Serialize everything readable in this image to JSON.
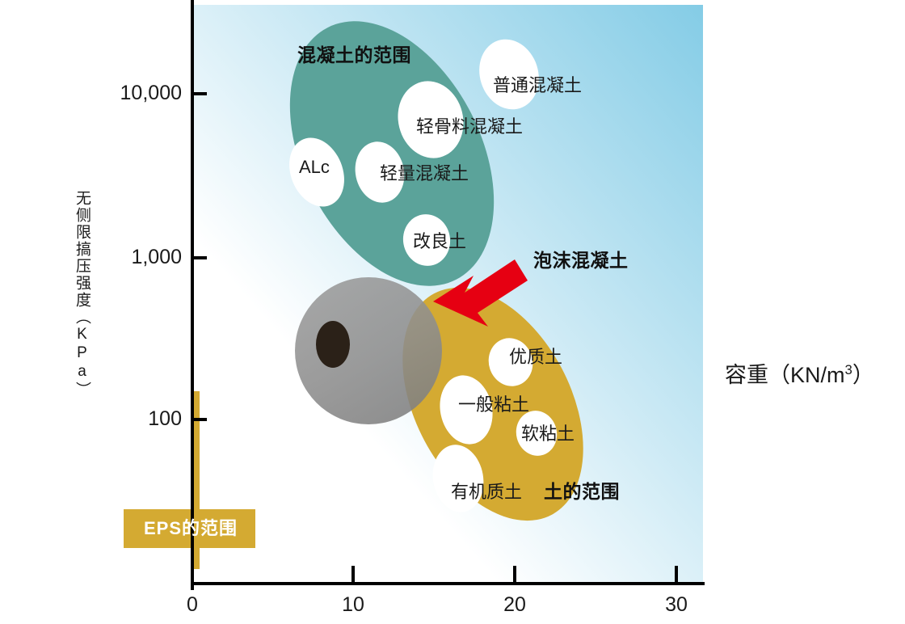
{
  "chart_data": {
    "type": "scatter",
    "title": "",
    "xlabel": "容重（KN/m³）",
    "ylabel": "无侧限搞压强度（KPa）",
    "x_ticks": [
      "0",
      "10",
      "20",
      "30"
    ],
    "x_tick_values": [
      0,
      10,
      20,
      30
    ],
    "y_ticks": [
      "10,000",
      "1,000",
      "100"
    ],
    "y_tick_values": [
      10000,
      1000,
      100
    ],
    "y_scale": "log",
    "xlim": [
      0,
      33
    ],
    "ylim": [
      60,
      30000
    ],
    "grid": false,
    "legend": "none",
    "groups": [
      {
        "name": "concrete-range",
        "label": "混凝土的范围",
        "color": "#5ba39a",
        "label_color": "#111111",
        "approx_x_range": [
          5,
          22
        ],
        "approx_y_range": [
          900,
          22000
        ],
        "members": [
          {
            "label": "普通混凝土",
            "x": 21.5,
            "y": 12000
          },
          {
            "label": "轻骨料混凝土",
            "x": 17.0,
            "y": 6200
          },
          {
            "label": "ALc",
            "x": 9.0,
            "y": 3300
          },
          {
            "label": "轻量混凝土",
            "x": 13.0,
            "y": 3100
          },
          {
            "label": "改良土",
            "x": 16.0,
            "y": 1250
          }
        ]
      },
      {
        "name": "soil-range",
        "label": "土的范围",
        "color": "#d4aa32",
        "label_color": "#111111",
        "approx_x_range": [
          14,
          27
        ],
        "approx_y_range": [
          90,
          700
        ],
        "members": [
          {
            "label": "优质土",
            "x": 21.5,
            "y": 430
          },
          {
            "label": "一般粘土",
            "x": 19.0,
            "y": 190
          },
          {
            "label": "软粘土",
            "x": 22.5,
            "y": 150
          },
          {
            "label": "有机质土",
            "x": 18.5,
            "y": 95
          }
        ]
      },
      {
        "name": "foamed-concrete",
        "label": "泡沫混凝土",
        "color": "#8e8e8e",
        "label_color": "#111111",
        "marker_color": "#2b2118",
        "arrow_color": "#e60012",
        "approx_x": 12.0,
        "approx_y": 350
      },
      {
        "name": "eps-range",
        "label": "EPS的范围",
        "color": "#d4aa32",
        "label_color": "#ffffff",
        "approx_x": 0.3,
        "approx_y_range": [
          70,
          150
        ]
      }
    ],
    "background": {
      "from": "#ffffff",
      "to": "#84cce6",
      "direction": "bottom-left to top-right"
    }
  },
  "axes": {
    "y_title": "无侧限搞压强度（KPa）",
    "x_title_main": "容重（KN/m",
    "x_title_sup": "3",
    "x_title_tail": "）",
    "x_title_full": "容重（KN/m³）",
    "y_tick_labels": [
      "10,000",
      "1,000",
      "100"
    ],
    "x_tick_labels": [
      "0",
      "10",
      "20",
      "30"
    ]
  },
  "labels": {
    "concrete_group": "混凝土的范围",
    "soil_group": "土的范围",
    "foam_concrete": "泡沫混凝土",
    "eps_range": "EPS的范围",
    "normal_concrete": "普通混凝土",
    "lightweight_aggregate_concrete": "轻骨料混凝土",
    "alc": "ALc",
    "lightweight_concrete": "轻量混凝土",
    "improved_soil": "改良土",
    "high_quality_soil": "优质土",
    "general_clay": "一般粘土",
    "soft_clay": "软粘土",
    "organic_soil": "有机质土"
  },
  "colors": {
    "teal": "#5ba39a",
    "gold": "#d4aa32",
    "gray": "#8e8e8e",
    "dark_marker": "#2b2118",
    "arrow_red": "#e60012",
    "bg_blue": "#84cce6",
    "axis_black": "#000000"
  }
}
